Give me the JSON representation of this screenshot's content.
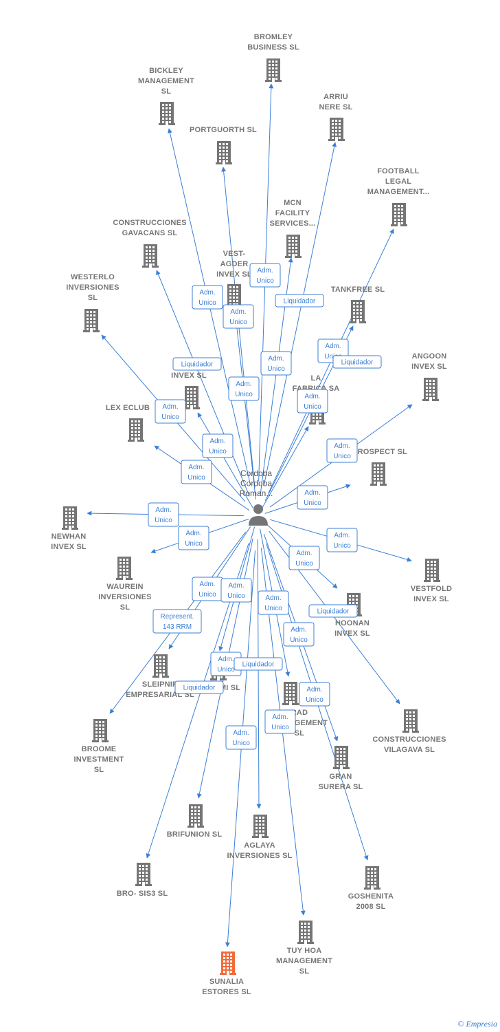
{
  "center": {
    "label_lines": [
      "Cordoba",
      "Cordoba",
      "Roman..."
    ]
  },
  "colors": {
    "edge": "#3b7fd6",
    "building": "#757575",
    "highlight": "#f26b3a"
  },
  "nodes": [
    {
      "id": "bromley",
      "lines": [
        "BROMLEY",
        "BUSINESS  SL"
      ]
    },
    {
      "id": "bickley",
      "lines": [
        "BICKLEY",
        "MANAGEMENT",
        "SL"
      ]
    },
    {
      "id": "arriu",
      "lines": [
        "ARRIU",
        "NERE SL"
      ]
    },
    {
      "id": "portguorth",
      "lines": [
        "PORTGUORTH SL"
      ]
    },
    {
      "id": "football",
      "lines": [
        "FOOTBALL",
        "LEGAL",
        "MANAGEMENT..."
      ]
    },
    {
      "id": "mcn",
      "lines": [
        "MCN",
        "FACILITY",
        "SERVICES..."
      ]
    },
    {
      "id": "gavacans",
      "lines": [
        "CONSTRUCCIONES",
        "GAVACANS SL"
      ]
    },
    {
      "id": "vestagder",
      "lines": [
        "VEST-",
        "AGDER",
        "INVEX  SL"
      ]
    },
    {
      "id": "tankfree",
      "lines": [
        "TANKFREE SL"
      ]
    },
    {
      "id": "westerlo",
      "lines": [
        "WESTERLO",
        "INVERSIONES",
        "SL"
      ]
    },
    {
      "id": "sinvex",
      "lines": [
        "S",
        "INVEX  SL"
      ]
    },
    {
      "id": "angoon",
      "lines": [
        "ANGOON",
        "INVEX  SL"
      ]
    },
    {
      "id": "lafabrica",
      "lines": [
        "LA",
        "FABRICA SA"
      ]
    },
    {
      "id": "lexeclub",
      "lines": [
        "LEX ECLUB"
      ]
    },
    {
      "id": "prospect",
      "lines": [
        "PROSPECT SL"
      ]
    },
    {
      "id": "newhan",
      "lines": [
        "NEWHAN",
        "INVEX  SL"
      ]
    },
    {
      "id": "vestfold",
      "lines": [
        "VESTFOLD",
        "INVEX  SL"
      ]
    },
    {
      "id": "waurein",
      "lines": [
        "WAUREIN",
        "INVERSIONES",
        "SL"
      ]
    },
    {
      "id": "hoonan",
      "lines": [
        "HOONAN",
        "INVEX  SL"
      ]
    },
    {
      "id": "sleipnir",
      "lines": [
        "SLEIPNIR",
        "EMPRESARIAL SL"
      ]
    },
    {
      "id": "mi",
      "lines": [
        "MI SL"
      ]
    },
    {
      "id": "rad",
      "lines": [
        "RAD",
        "MANAGEMENT",
        "SL"
      ]
    },
    {
      "id": "vilagava",
      "lines": [
        "CONSTRUCCIONES",
        "VILAGAVA SL"
      ]
    },
    {
      "id": "broome",
      "lines": [
        "BROOME",
        "INVESTMENT",
        "SL"
      ]
    },
    {
      "id": "gransurera",
      "lines": [
        "GRAN",
        "SURERA SL"
      ]
    },
    {
      "id": "brifunion",
      "lines": [
        "BRIFUNION SL"
      ]
    },
    {
      "id": "aglaya",
      "lines": [
        "AGLAYA",
        "INVERSIONES SL"
      ]
    },
    {
      "id": "bro",
      "lines": [
        "BRO- SIS3 SL"
      ]
    },
    {
      "id": "goshenita",
      "lines": [
        "GOSHENITA",
        "2008 SL"
      ]
    },
    {
      "id": "tuyhoa",
      "lines": [
        "TUY HOA",
        "MANAGEMENT",
        "SL"
      ]
    },
    {
      "id": "sunalia",
      "lines": [
        "SUNALIA",
        "ESTORES  SL"
      ],
      "highlight": true
    }
  ],
  "relations": [
    {
      "target": "bromley",
      "lines": [
        "Adm.",
        "Unico"
      ]
    },
    {
      "target": "bickley",
      "lines": [
        "Adm.",
        "Unico"
      ]
    },
    {
      "target": "arriu",
      "lines": [
        "Liquidador"
      ]
    },
    {
      "target": "portguorth",
      "lines": [
        "Adm.",
        "Unico"
      ]
    },
    {
      "target": "football",
      "lines": [
        "Adm.",
        "Unico"
      ]
    },
    {
      "target": "mcn",
      "lines": [
        "Adm.",
        "Unico"
      ]
    },
    {
      "target": "gavacans",
      "lines": [
        "Liquidador"
      ]
    },
    {
      "target": "vestagder",
      "lines": [
        "Adm.",
        "Unico"
      ]
    },
    {
      "target": "tankfree",
      "lines": [
        "Liquidador"
      ]
    },
    {
      "target": "westerlo",
      "lines": [
        "Adm.",
        "Unico"
      ]
    },
    {
      "target": "sinvex",
      "lines": [
        "Adm.",
        "Unico"
      ]
    },
    {
      "target": "angoon",
      "lines": [
        "Adm.",
        "Unico"
      ]
    },
    {
      "target": "lafabrica",
      "lines": [
        "Adm.",
        "Unico"
      ]
    },
    {
      "target": "lexeclub",
      "lines": [
        "Adm.",
        "Unico"
      ]
    },
    {
      "target": "prospect",
      "lines": [
        "Adm.",
        "Unico"
      ]
    },
    {
      "target": "newhan",
      "lines": [
        "Adm.",
        "Unico"
      ]
    },
    {
      "target": "vestfold",
      "lines": [
        "Adm.",
        "Unico"
      ]
    },
    {
      "target": "waurein",
      "lines": [
        "Adm.",
        "Unico"
      ]
    },
    {
      "target": "hoonan",
      "lines": [
        "Adm.",
        "Unico"
      ]
    },
    {
      "target": "sleipnir",
      "lines": [
        "Adm.",
        "Unico"
      ]
    },
    {
      "target": "mi",
      "lines": [
        "Adm.",
        "Unico"
      ]
    },
    {
      "target": "rad",
      "lines": [
        "Adm.",
        "Unico"
      ]
    },
    {
      "target": "vilagava",
      "lines": [
        "Liquidador"
      ]
    },
    {
      "target": "broome",
      "lines": [
        "Represent.",
        "143 RRM"
      ]
    },
    {
      "target": "gransurera",
      "lines": [
        "Adm.",
        "Unico"
      ]
    },
    {
      "target": "brifunion",
      "lines": [
        "Adm.",
        "Unico"
      ]
    },
    {
      "target": "aglaya",
      "lines": [
        "Liquidador"
      ]
    },
    {
      "target": "bro",
      "lines": [
        "Liquidador"
      ]
    },
    {
      "target": "goshenita",
      "lines": [
        "Adm.",
        "Unico"
      ]
    },
    {
      "target": "tuyhoa",
      "lines": [
        "Adm.",
        "Unico"
      ]
    },
    {
      "target": "sunalia",
      "lines": [
        "Adm.",
        "Unico"
      ]
    }
  ],
  "footer": {
    "copyright": "©",
    "brand": "Empresia"
  }
}
